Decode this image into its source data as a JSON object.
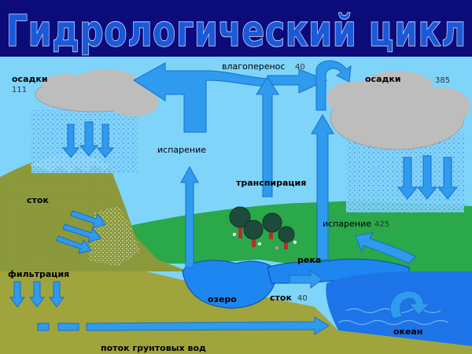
{
  "title": "Гидрологический цикл",
  "labels": {
    "precip_left": "осадки",
    "precip_left_value": "111",
    "moisture_transfer": "влагоперенос",
    "moisture_transfer_value": "40",
    "precip_right": "осадки",
    "precip_right_value": "385",
    "evaporation_land": "испарение",
    "transpiration": "транспирация",
    "runoff_mountain": "сток",
    "evaporation_ocean": "испарение",
    "evaporation_ocean_value": "425",
    "river": "река",
    "infiltration": "фильтрация",
    "lake": "озеро",
    "runoff_river": "сток",
    "runoff_river_value": "40",
    "ocean": "океан",
    "groundwater_flow": "поток грунтовых вод"
  },
  "colors": {
    "title_band": "#0b0b7a",
    "title_text": "#1a5ad8",
    "sky": "#7fd4fa",
    "arrow": "#2f9bef",
    "arrow_stroke": "#1a6ec8",
    "cloud": "#bdbdbd",
    "land": "#2aa84a",
    "mountain": "#8c9a3c",
    "lake": "#1e86f0",
    "ocean": "#1d74e8",
    "ground": "#a0a43c"
  }
}
